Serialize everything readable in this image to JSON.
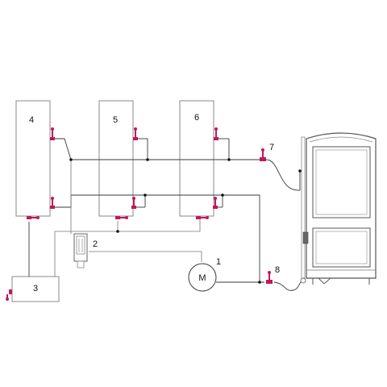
{
  "diagram": {
    "labels": {
      "motor": "1",
      "pump_unit": "2",
      "collector_tank": "3",
      "column_a": "4",
      "column_b": "5",
      "column_c": "6",
      "valve_top": "7",
      "valve_bottom": "8",
      "motor_symbol": "M"
    },
    "colors": {
      "valve": "#c2185b",
      "line": "#3a3a3a",
      "outline": "#8a8a8a",
      "vessel_stroke": "#555555"
    }
  }
}
